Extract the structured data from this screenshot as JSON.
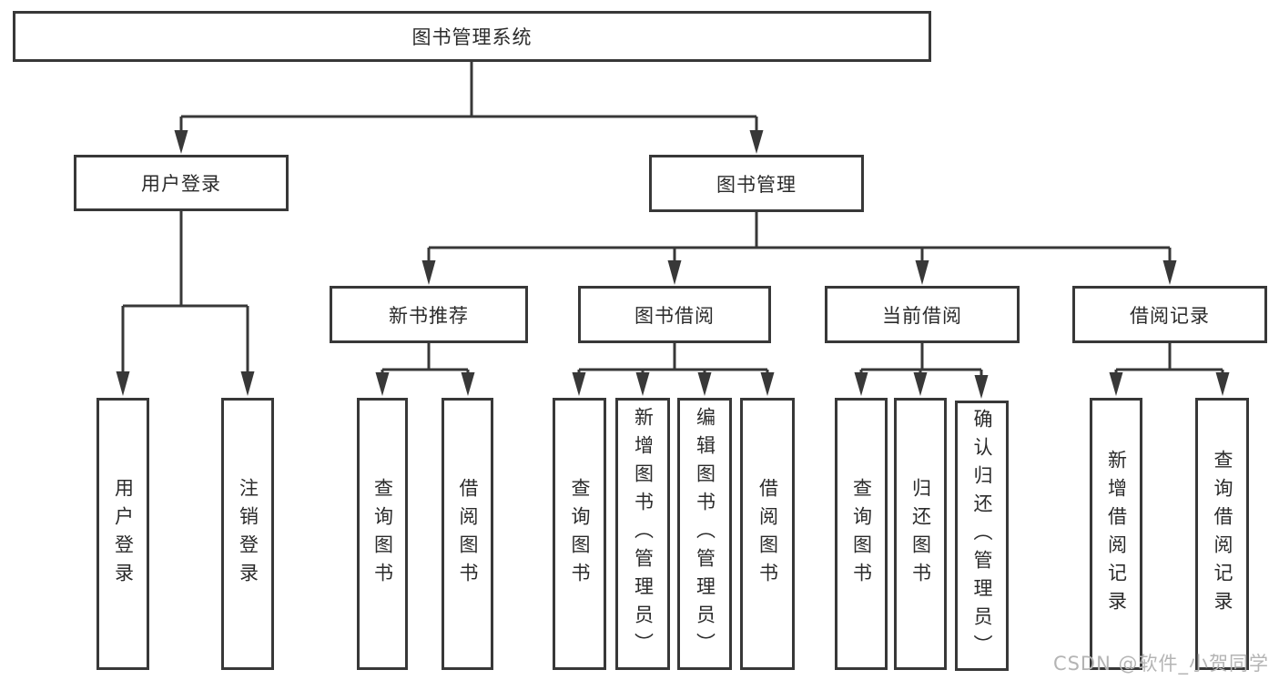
{
  "diagram": {
    "root": {
      "label": "图书管理系统"
    },
    "level2": [
      {
        "label": "用户登录"
      },
      {
        "label": "图书管理"
      }
    ],
    "level3": [
      {
        "label": "新书推荐"
      },
      {
        "label": "图书借阅"
      },
      {
        "label": "当前借阅"
      },
      {
        "label": "借阅记录"
      }
    ],
    "leaves": {
      "user_login": [
        "用户登录",
        "注销登录"
      ],
      "new_book": [
        "查询图书",
        "借阅图书"
      ],
      "book_borrow": [
        "查询图书",
        "新增图书（管理员）",
        "编辑图书（管理员）",
        "借阅图书"
      ],
      "current_borrow": [
        "查询图书",
        "归还图书",
        "确认归还（管理员）"
      ],
      "records": [
        "新增借阅记录",
        "查询借阅记录"
      ]
    },
    "line_color": "#383838"
  },
  "watermark": "CSDN @软件_小贺同学"
}
